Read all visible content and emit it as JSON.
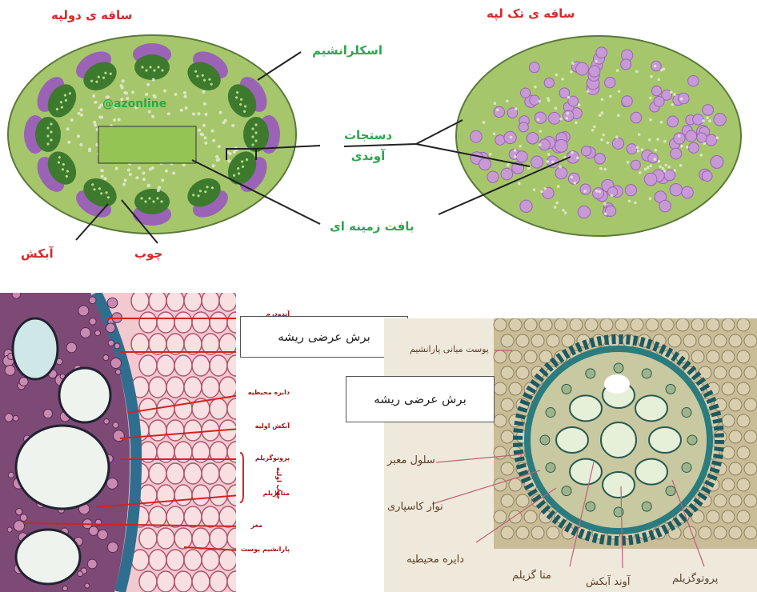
{
  "top": {
    "dicot_title": "ساقه ی دولپه",
    "monocot_title": "ساقه ی تک لپه",
    "sclerenchyma_label": "اسکلرانشیم",
    "watermark": "@azonline",
    "vascular_label_line1": "دستجات",
    "vascular_label_line2": "آوندی",
    "ground_tissue_label": "بافت زمینه ای",
    "phloem_label": "آبکش",
    "xylem_label": "چوب"
  },
  "bottom_left": {
    "callout": "برش عرضی ریشه",
    "labels": [
      "آندودرم",
      "دایره محیطیه",
      "آبکش اولیه",
      "پروتوگزیلم",
      "متاگزیلم",
      "مغز",
      "پارانشیم پوست"
    ],
    "bracket_label": "چوب اولیه"
  },
  "bottom_right": {
    "callout": "برش عرضی ریشه",
    "labels": {
      "cortex": "پوست میانی پارانشیم",
      "passage_cell": "سلول معبر",
      "casparian": "نوار کاسپاری",
      "pericycle": "دایره محیطیه",
      "metaxylem": "متا گزیلم",
      "phloem": "آوند آبکش",
      "protoxylem": "پروتوگزیلم"
    }
  },
  "colors": {
    "stem_fill": "#a6c66c",
    "bundle_purple": "#9a63b5",
    "bundle_green": "#3d7a2e",
    "red_label": "#d42a2a",
    "green_label": "#2aa84a"
  }
}
